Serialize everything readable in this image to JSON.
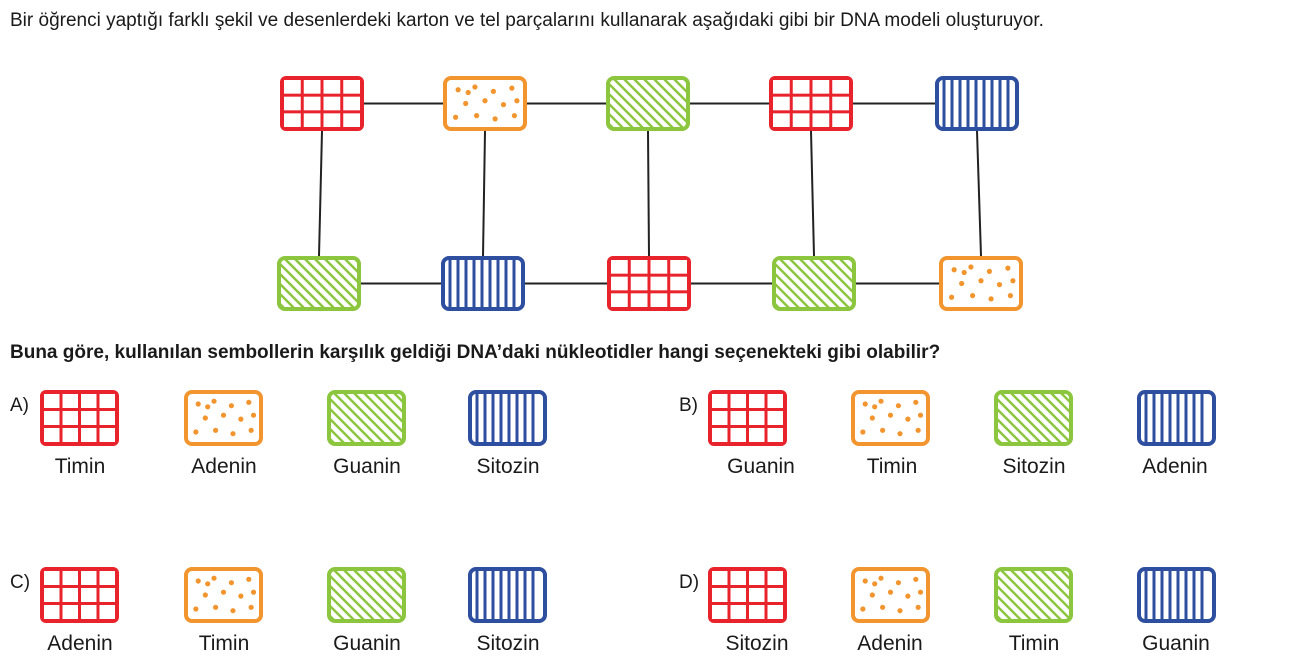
{
  "intro_text": "Bir öğrenci yaptığı farklı şekil ve desenlerdeki karton ve tel parçalarını kullanarak aşağıdaki gibi bir DNA modeli oluşturuyor.",
  "question_text": "Buna göre, kullanılan sembollerin karşılık geldiği DNA’daki nükleotidler hangi seçenekteki gibi olabilir?",
  "colors": {
    "grid": "#e8232b",
    "dots": "#f2952f",
    "diagonal": "#8cc63f",
    "vertical": "#2e4ea0",
    "line": "#222222"
  },
  "model": {
    "top_strand": [
      "grid-symbol",
      "dots-symbol",
      "diagonal-symbol",
      "grid-symbol",
      "vertical-symbol"
    ],
    "bottom_strand": [
      "diagonal-symbol",
      "vertical-symbol",
      "grid-symbol",
      "diagonal-symbol",
      "dots-symbol"
    ]
  },
  "options": [
    {
      "letter": "A)",
      "labels": [
        "Timin",
        "Adenin",
        "Guanin",
        "Sitozin"
      ]
    },
    {
      "letter": "B)",
      "labels": [
        "Guanin",
        "Timin",
        "Sitozin",
        "Adenin"
      ]
    },
    {
      "letter": "C)",
      "labels": [
        "Adenin",
        "Timin",
        "Guanin",
        "Sitozin"
      ]
    },
    {
      "letter": "D)",
      "labels": [
        "Sitozin",
        "Adenin",
        "Timin",
        "Guanin"
      ]
    }
  ]
}
